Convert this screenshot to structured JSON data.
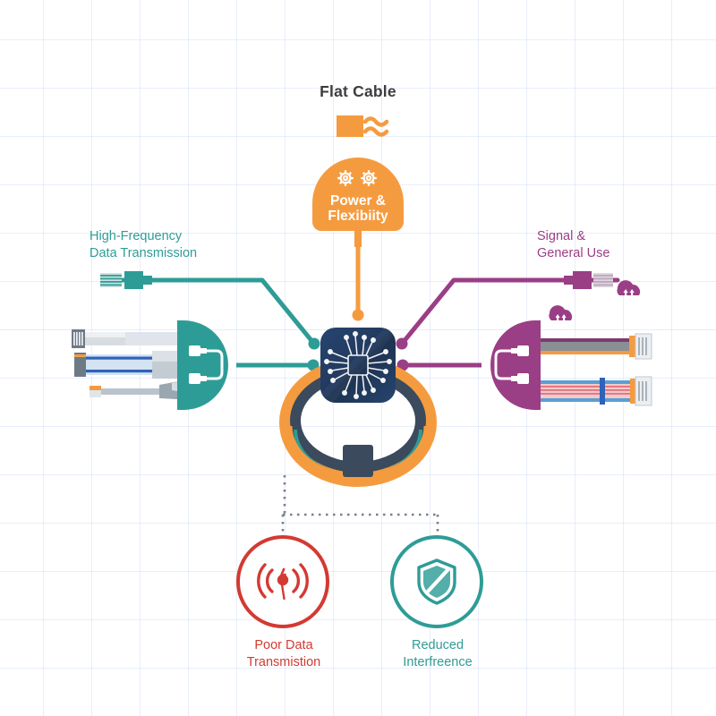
{
  "page": {
    "title": "Flat Cable",
    "background_color": "#ffffff",
    "grid_color": "#b4c8f0"
  },
  "colors": {
    "orange": "#F59B3F",
    "teal": "#2E9C96",
    "purple": "#9A3E86",
    "red": "#D33A32",
    "chip_navy": "#22395E",
    "title_gray": "#3d3d3d",
    "dotted_gray": "#7a7f8a"
  },
  "center": {
    "node_name": "microchip",
    "icon": "microchip-icon",
    "cable_loop_icon": "flat-ribbon-cable-loop-icon"
  },
  "top_branch": {
    "label": "Power &\nFlexibiity",
    "line1": "Power &",
    "line2": "Flexibiity",
    "icon": "gears-icon",
    "color": "#F59B3F",
    "connector": "vertical-orange-line"
  },
  "header_icon": {
    "name": "flat-cable-icon",
    "color": "#F59B3F"
  },
  "left_branch": {
    "line1": "High-Frequency",
    "line2": "Data Transmission",
    "color": "#2E9C96",
    "dome_icon": "cable-connectors-dome-icon",
    "top_connector_icon": "ribbon-plug-icon",
    "cables": [
      {
        "name": "gray-flat-ribbon-cable"
      },
      {
        "name": "blue-striped-ribbon-cable"
      },
      {
        "name": "thin-tapered-cable"
      }
    ]
  },
  "right_branch": {
    "line1": "Signal &",
    "line2": "General Use",
    "color": "#9A3E86",
    "dome_icon": "cable-connectors-dome-icon",
    "top_connector_icon": "usb-plug-icon",
    "cloud_icons": [
      "cloud-upload-icon",
      "cloud-upload-icon"
    ],
    "cables": [
      {
        "name": "gray-orange-ribbon-cable"
      },
      {
        "name": "rainbow-ribbon-cable"
      }
    ]
  },
  "outcomes": [
    {
      "icon": "signal-interference-icon",
      "color": "#D33A32",
      "line1": "Poor Data",
      "line2": "Transmistion"
    },
    {
      "icon": "shield-icon",
      "color": "#2E9C96",
      "line1": "Reduced",
      "line2": "Interfreence"
    }
  ]
}
